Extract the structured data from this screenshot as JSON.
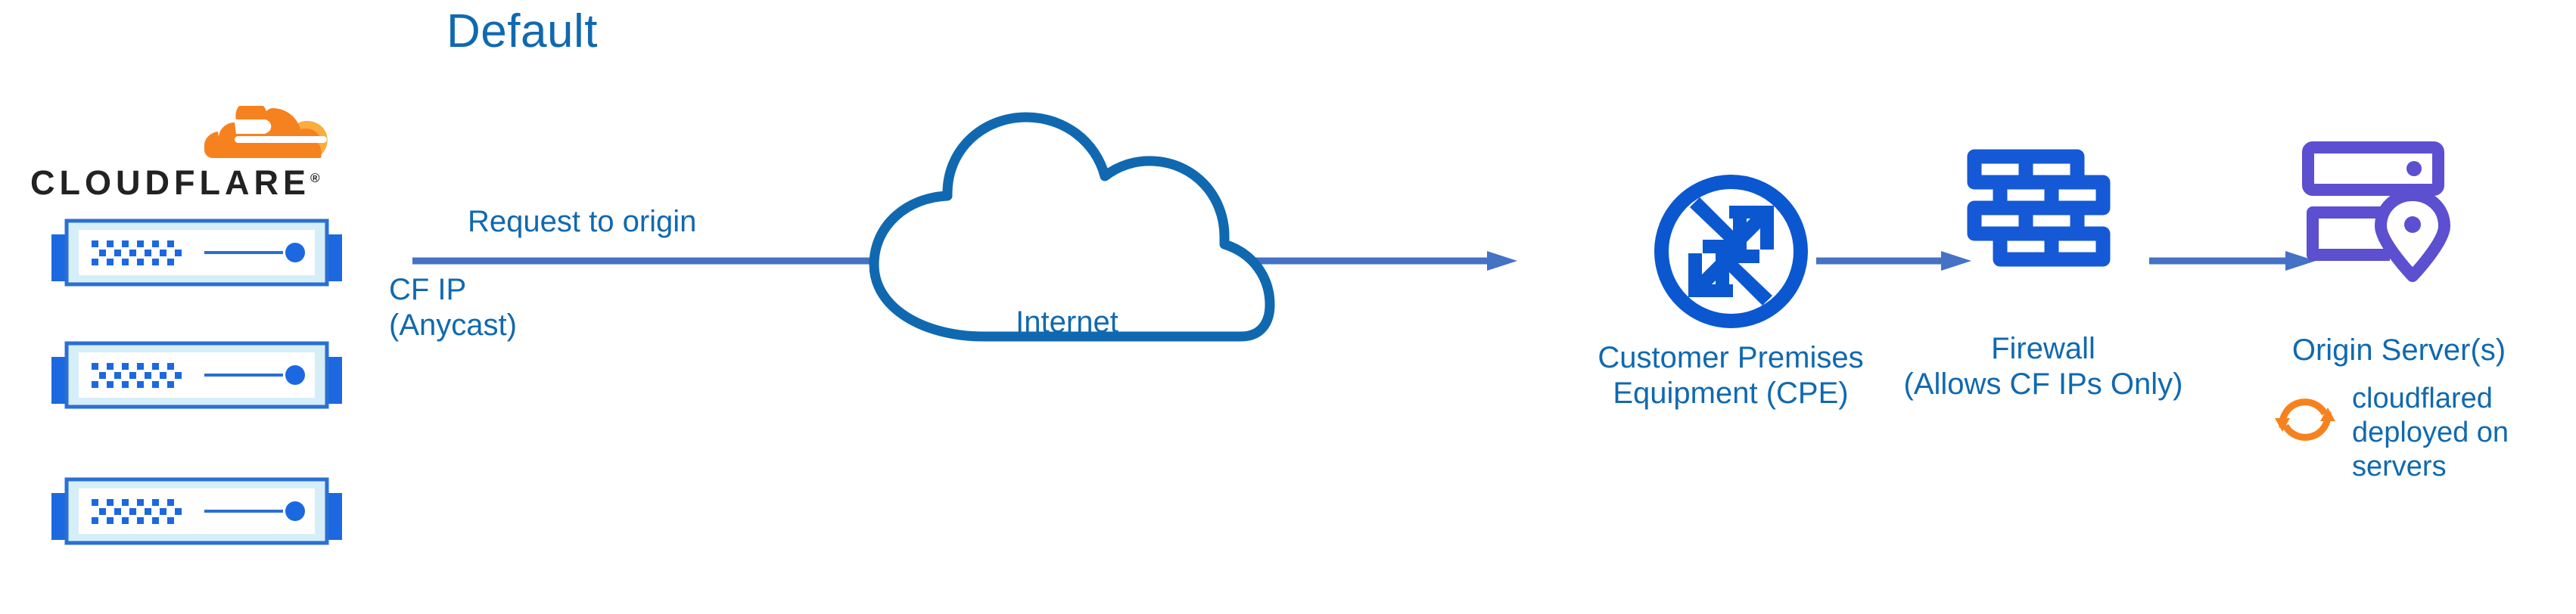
{
  "title": "Default",
  "colors": {
    "heading_blue": "#1069b0",
    "label_blue": "#1069b0",
    "icon_blue": "#0b57d0",
    "arrow_blue": "#4472c4",
    "cloud_outline_blue": "#1069b0",
    "origin_purple": "#5c4fd0",
    "cloudflare_orange": "#f6821f",
    "cloudflare_orange_light": "#faad3f",
    "wordmark_dark": "#222222",
    "server_body_light": "#d6eef7"
  },
  "logo": {
    "name": "cloudflare-logo",
    "wordmark": "CLOUDFLARE",
    "registered_mark": "®",
    "mark_icon": "cloudflare-cloud-mark"
  },
  "servers": {
    "icon": "server-switch-icon",
    "count": 3,
    "items": [
      {
        "name": "cloudflare-server-1"
      },
      {
        "name": "cloudflare-server-2"
      },
      {
        "name": "cloudflare-server-3"
      }
    ]
  },
  "flow": {
    "request_label": "Request to origin",
    "cf_ip_label": "CF IP\n(Anycast)",
    "cf_ip_line1": "CF IP",
    "cf_ip_line2": "(Anycast)"
  },
  "nodes": {
    "internet": {
      "label": "Internet",
      "icon": "cloud-icon"
    },
    "cpe": {
      "label_line1": "Customer Premises",
      "label_line2": "Equipment (CPE)",
      "label": "Customer Premises Equipment (CPE)",
      "icon": "router-four-arrows-icon"
    },
    "firewall": {
      "label_line1": "Firewall",
      "label_line2": "(Allows CF IPs Only)",
      "label": "Firewall (Allows CF IPs Only)",
      "icon": "brick-wall-icon"
    },
    "origin": {
      "label": "Origin Server(s)",
      "icon": "server-location-pin-icon"
    }
  },
  "annotations": {
    "cloudflared": {
      "icon": "refresh-sync-arrows-icon",
      "line1": "cloudflared",
      "line2": "deployed on",
      "line3": "servers",
      "text": "cloudflared deployed on servers"
    }
  },
  "connectors": [
    {
      "name": "arrow-cloudflare-to-cpe",
      "from": "cloudflare-servers",
      "to": "cpe"
    },
    {
      "name": "arrow-cpe-to-firewall",
      "from": "cpe",
      "to": "firewall"
    },
    {
      "name": "arrow-firewall-to-origin",
      "from": "firewall",
      "to": "origin"
    }
  ]
}
